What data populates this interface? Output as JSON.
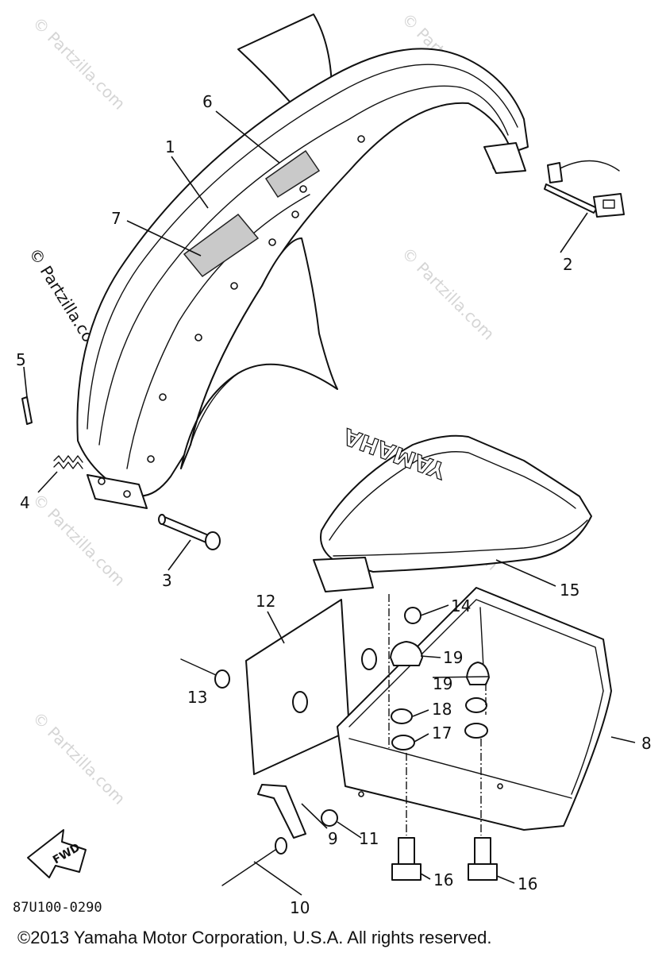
{
  "watermark": "© Partzilla.com",
  "brand_text": "YAMAHA",
  "fwd_text": "FWD",
  "diagram_code": "87U100-0290",
  "copyright": "©2013  Yamaha Motor Corporation, U.S.A. All rights reserved.",
  "callouts": [
    {
      "id": "c1",
      "label": "1"
    },
    {
      "id": "c2",
      "label": "2"
    },
    {
      "id": "c3",
      "label": "3"
    },
    {
      "id": "c4",
      "label": "4"
    },
    {
      "id": "c5",
      "label": "5"
    },
    {
      "id": "c6",
      "label": "6"
    },
    {
      "id": "c7",
      "label": "7"
    },
    {
      "id": "c8",
      "label": "8"
    },
    {
      "id": "c9",
      "label": "9"
    },
    {
      "id": "c10",
      "label": "10"
    },
    {
      "id": "c11",
      "label": "11"
    },
    {
      "id": "c12",
      "label": "12"
    },
    {
      "id": "c13",
      "label": "13"
    },
    {
      "id": "c14",
      "label": "14"
    },
    {
      "id": "c15",
      "label": "15"
    },
    {
      "id": "c16a",
      "label": "16"
    },
    {
      "id": "c16b",
      "label": "16"
    },
    {
      "id": "c17",
      "label": "17"
    },
    {
      "id": "c18",
      "label": "18"
    },
    {
      "id": "c19a",
      "label": "19"
    },
    {
      "id": "c19b",
      "label": "19"
    }
  ]
}
